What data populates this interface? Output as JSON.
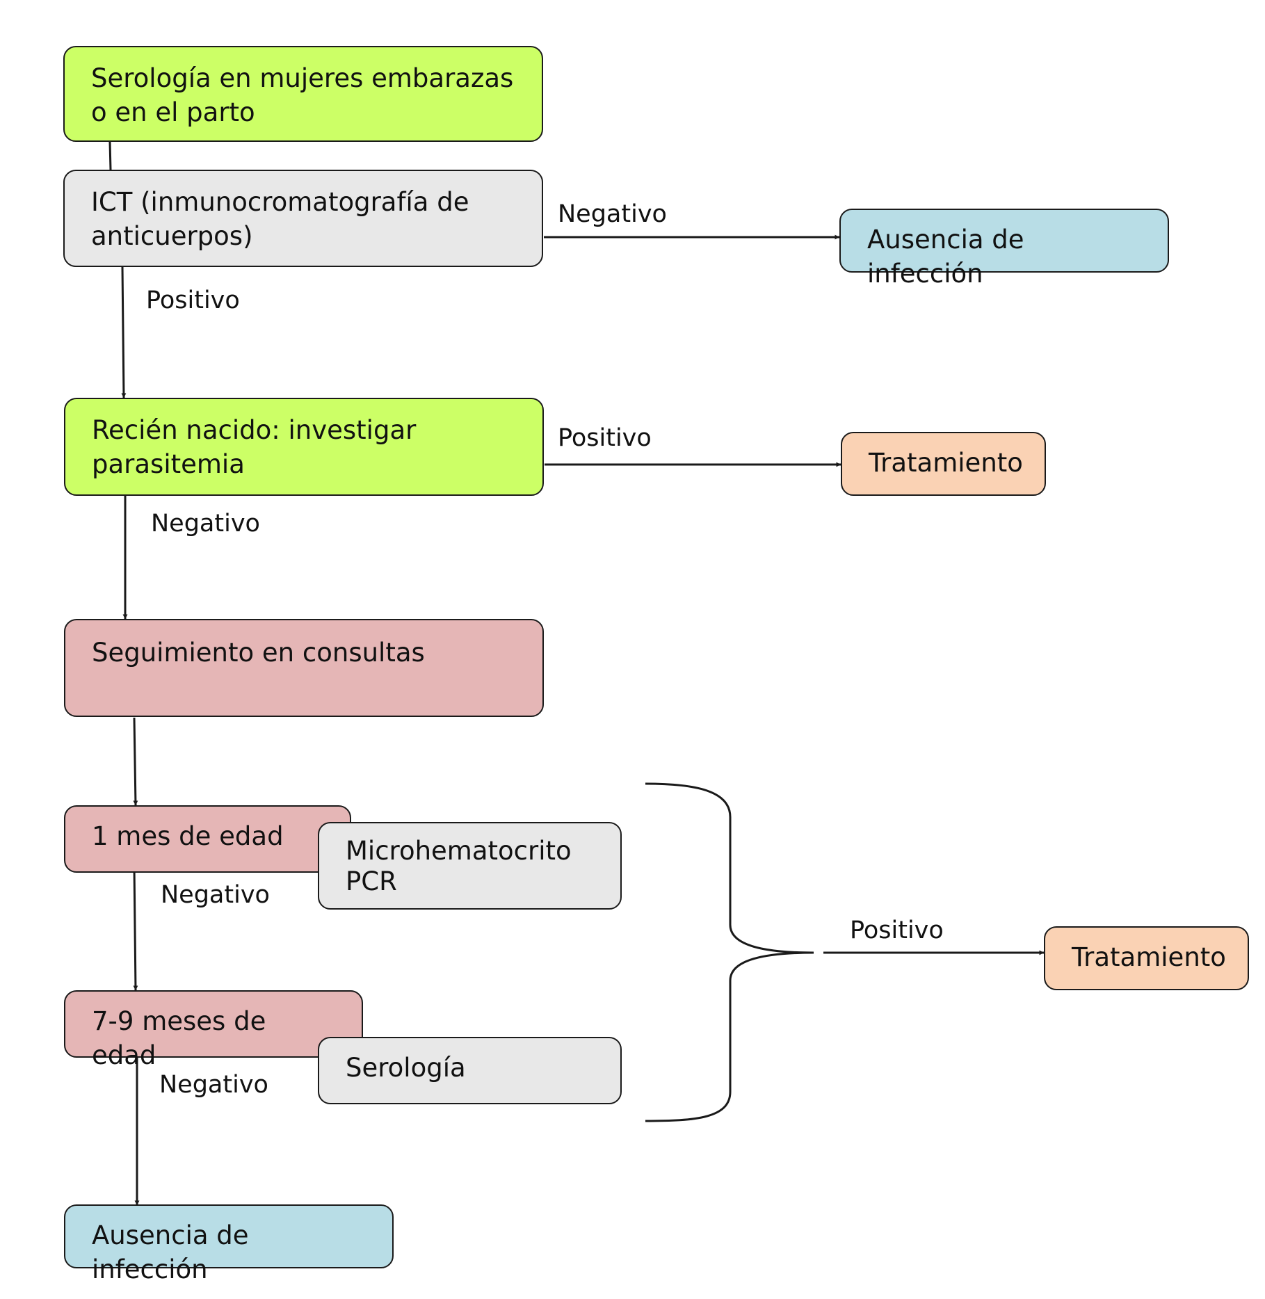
{
  "colors": {
    "green": "#ccff66",
    "gray": "#e8e8e8",
    "blue": "#b8dde6",
    "orange": "#fad2b4",
    "rose": "#e5b6b6",
    "stroke": "#1a1a1a"
  },
  "nodes": {
    "serology_pregnant": "Serología en mujeres embarazas\no en el parto",
    "ict": "ICT (inmunocromatografía de\nanticuerpos)",
    "absence_top": "Ausencia de infección",
    "newborn": "Recién nacido: investigar\nparasitemia",
    "treatment_top": "Tratamiento",
    "followup": "Seguimiento en consultas",
    "one_month": "1 mes de edad",
    "micro_pcr": "Microhematocrito\nPCR",
    "seven_nine": "7-9 meses de edad",
    "serology": "Serología",
    "treatment_bottom": "Tratamiento",
    "absence_bottom": "Ausencia de infección"
  },
  "labels": {
    "ict_negative": "Negativo",
    "ict_positive": "Positivo",
    "newborn_positive": "Positivo",
    "newborn_negative": "Negativo",
    "one_month_negative": "Negativo",
    "seven_nine_negative": "Negativo",
    "bracket_positive": "Positivo"
  }
}
